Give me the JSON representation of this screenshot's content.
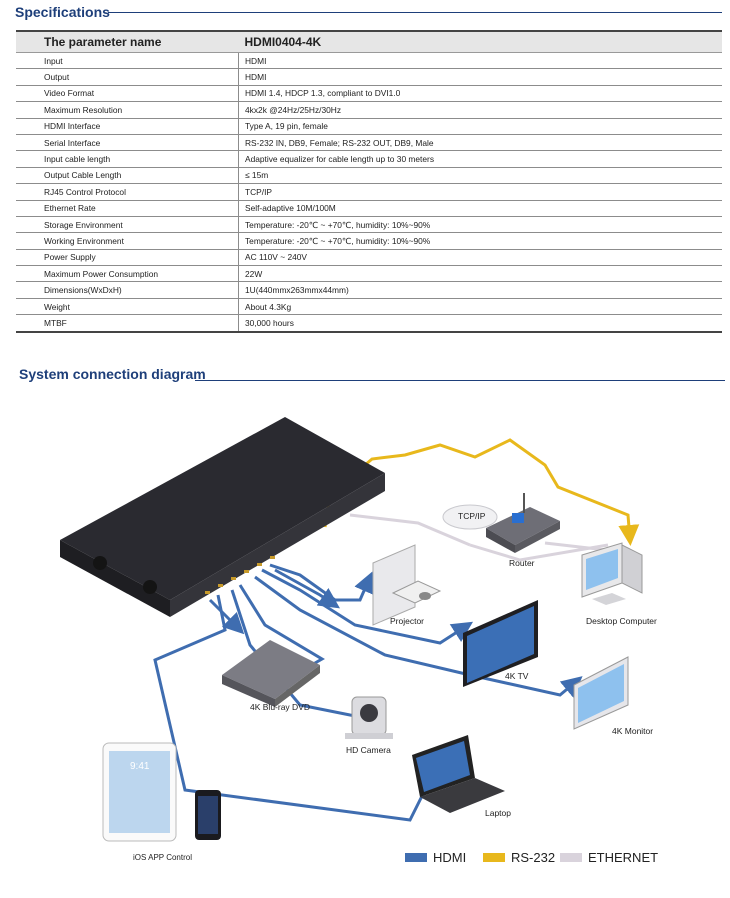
{
  "specifications": {
    "title": "Specifications",
    "header": {
      "param": "The parameter name",
      "model": "HDMI0404-4K"
    },
    "rows": [
      {
        "name": "Input",
        "value": "HDMI"
      },
      {
        "name": "Output",
        "value": "HDMI"
      },
      {
        "name": "Video Format",
        "value": "HDMI 1.4, HDCP 1.3, compliant to DVI1.0"
      },
      {
        "name": "Maximum Resolution",
        "value": "4kx2k @24Hz/25Hz/30Hz"
      },
      {
        "name": "HDMI Interface",
        "value": "Type A, 19 pin, female"
      },
      {
        "name": "Serial Interface",
        "value": "RS-232 IN, DB9, Female; RS-232 OUT, DB9, Male"
      },
      {
        "name": "Input cable length",
        "value": "Adaptive equalizer for cable length up to 30 meters"
      },
      {
        "name": "Output Cable Length",
        "value": "≤ 15m"
      },
      {
        "name": "RJ45 Control Protocol",
        "value": "TCP/IP"
      },
      {
        "name": "Ethernet Rate",
        "value": "Self-adaptive 10M/100M"
      },
      {
        "name": "Storage Environment",
        "value": "Temperature: -20℃  ~  +70℃, humidity: 10%~90%"
      },
      {
        "name": "Working Environment",
        "value": "Temperature: -20℃  ~  +70℃, humidity: 10%~90%"
      },
      {
        "name": "Power Supply",
        "value": "AC 110V ~ 240V"
      },
      {
        "name": "Maximum Power Consumption",
        "value": "22W"
      },
      {
        "name": "Dimensions(WxDxH)",
        "value": "1U(440mmx263mmx44mm)"
      },
      {
        "name": "Weight",
        "value": "About 4.3Kg"
      },
      {
        "name": "MTBF",
        "value": "30,000 hours"
      }
    ]
  },
  "diagram": {
    "title": "System connection diagram",
    "labels": {
      "tcpip": "TCP/IP",
      "router": "Router",
      "desktop": "Desktop Computer",
      "projector": "Projector",
      "tv": "4K TV",
      "monitor": "4K Monitor",
      "bluray": "4K Blu-ray DVD",
      "camera": "HD Camera",
      "laptop": "Laptop",
      "ios": "iOS APP Control",
      "ipad_time": "9:41"
    },
    "legend": [
      {
        "label": "HDMI",
        "color": "#3f6db0"
      },
      {
        "label": "RS-232",
        "color": "#e8b81c"
      },
      {
        "label": "ETHERNET",
        "color": "#d9d3dc"
      }
    ]
  }
}
